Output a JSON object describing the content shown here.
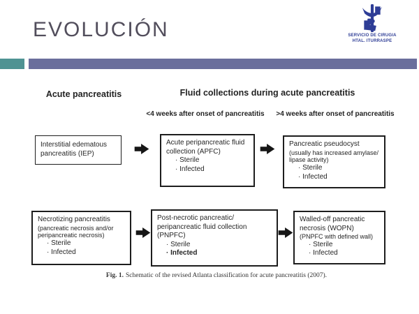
{
  "slide": {
    "title": "EVOLUCIÓN"
  },
  "logo": {
    "line1": "SERVICIO DE CIRUGIA",
    "line2": "HTAL. ITURRASPE"
  },
  "colors": {
    "accent_teal": "#4f9393",
    "accent_purple": "#6a6e9c",
    "title_text": "#524e5c",
    "logo_blue": "#2e3d96",
    "box_border": "#1d1d1d"
  },
  "figure": {
    "headers": {
      "left": "Acute pancreatitis",
      "main": "Fluid collections during acute pancreatitis",
      "sub_early": "<4 weeks after onset of pancreatitis",
      "sub_late": ">4 weeks after onset of pancreatitis"
    },
    "boxes": [
      {
        "title": "Interstitial edematous pancreatitis (IEP)",
        "subtitle": "",
        "bullets": []
      },
      {
        "title": "Acute peripancreatic fluid collection (APFC)",
        "subtitle": "",
        "bullets": [
          "Sterile",
          "Infected"
        ]
      },
      {
        "title": "Pancreatic pseudocyst",
        "subtitle": "(usually has increased amylase/ lipase activity)",
        "bullets": [
          "Sterile",
          "Infected"
        ]
      },
      {
        "title": "Necrotizing pancreatitis",
        "subtitle": "(pancreatic necrosis and/or peripancreatic necrosis)",
        "bullets": [
          "Sterile",
          "Infected"
        ]
      },
      {
        "title": "Post-necrotic pancreatic/ peripancreatic fluid collection (PNPFC)",
        "subtitle": "",
        "bullets": [
          "Sterile",
          "Infected"
        ]
      },
      {
        "title": "Walled-off pancreatic necrosis (WOPN)",
        "subtitle": "(PNPFC with defined wall)",
        "bullets": [
          "Sterile",
          "Infected"
        ]
      }
    ],
    "caption": {
      "label": "Fig. 1.",
      "text": "Schematic of the revised Atlanta classification for acute pancreatitis (2007)."
    }
  }
}
